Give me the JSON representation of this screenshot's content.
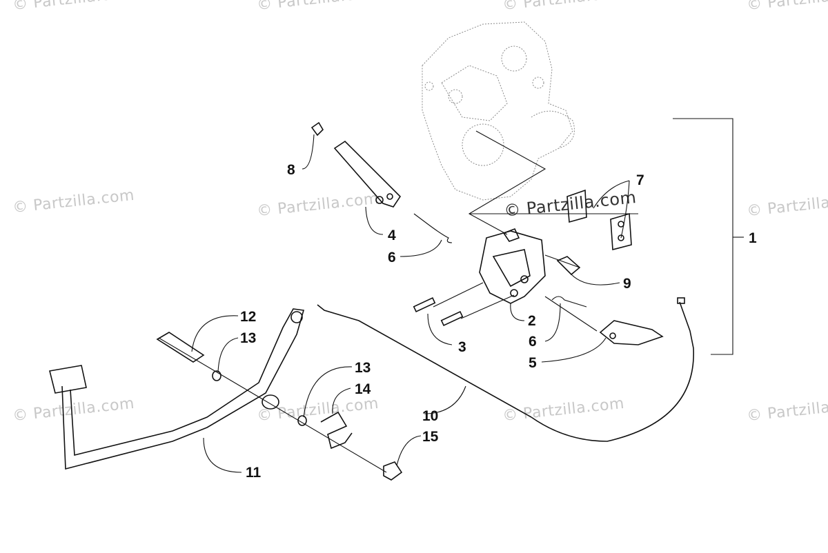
{
  "watermarks": {
    "text": "© Partzilla.com",
    "center_text": "© Partzilla.com"
  },
  "callouts": {
    "c1": "1",
    "c2": "2",
    "c3": "3",
    "c4": "4",
    "c5": "5",
    "c6a": "6",
    "c6b": "6",
    "c7": "7",
    "c8": "8",
    "c9": "9",
    "c10": "10",
    "c11": "11",
    "c12": "12",
    "c13a": "13",
    "c13b": "13",
    "c14": "14",
    "c15": "15"
  },
  "colors": {
    "line": "#111111",
    "ghost": "#8a8a8a",
    "watermark": "#c8c8c8"
  }
}
